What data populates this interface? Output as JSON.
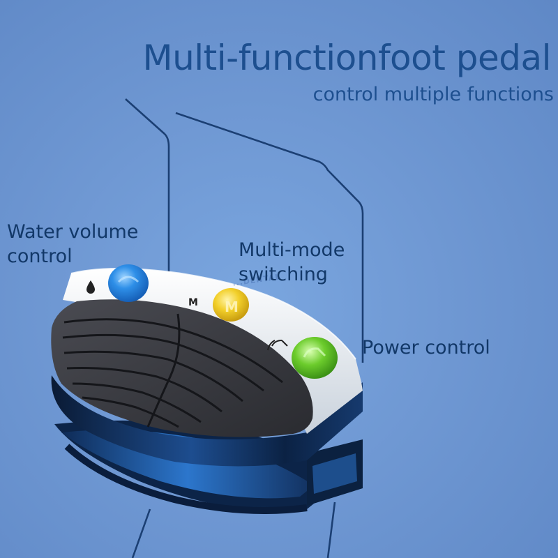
{
  "header": {
    "title": "Multi-functionfoot pedal",
    "subtitle": "control multiple functions"
  },
  "callouts": {
    "water_volume": "Water volume\ncontrol",
    "multi_mode": "Multi-mode\nswitching",
    "power": "Power control"
  },
  "pedal": {
    "mode_key": "M",
    "mode_button_letter": "M",
    "watermark": "...DENTAL"
  },
  "colors": {
    "background": "#6f98d3",
    "heading_text": "#1d4f8f",
    "water_button": "#2e8fe8",
    "mode_button": "#f2cf2a",
    "power_button": "#6ccc2c",
    "pedal_top": "#3b3c42",
    "pedal_base": "#0c2448"
  },
  "icons": {
    "water": "water-drop-icon",
    "mode": "letter-m-icon",
    "power": "wave-icon"
  }
}
